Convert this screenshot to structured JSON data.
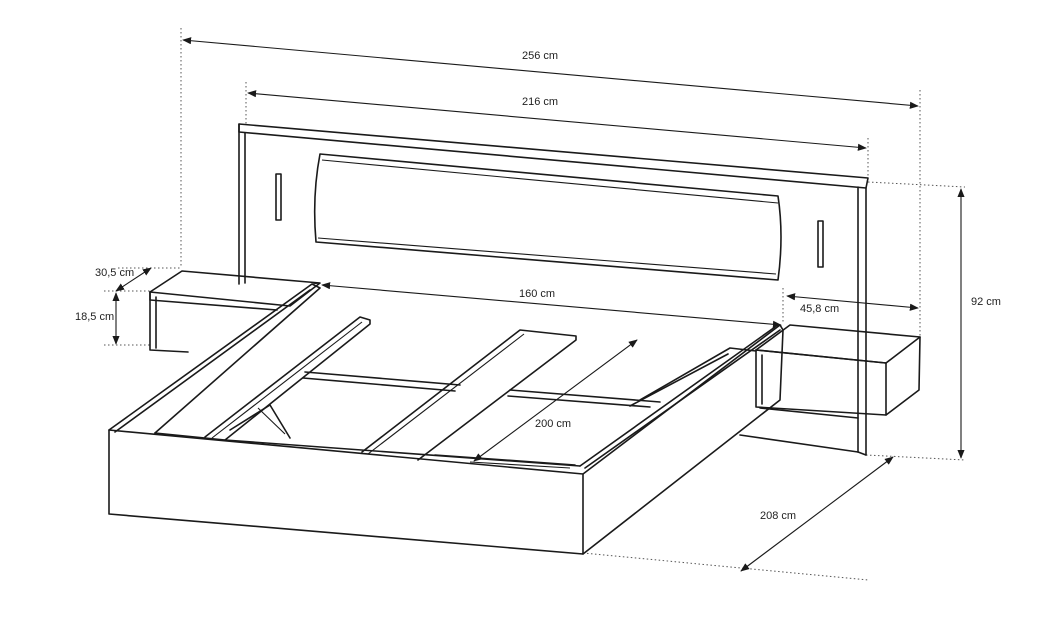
{
  "dimensions": {
    "total_width": "256 cm",
    "headboard_width": "216 cm",
    "mattress_width": "160 cm",
    "mattress_length": "200 cm",
    "total_length": "208 cm",
    "total_height": "92 cm",
    "nightstand_width": "45,8 cm",
    "nightstand_depth": "30,5 cm",
    "nightstand_height": "18,5 cm"
  }
}
